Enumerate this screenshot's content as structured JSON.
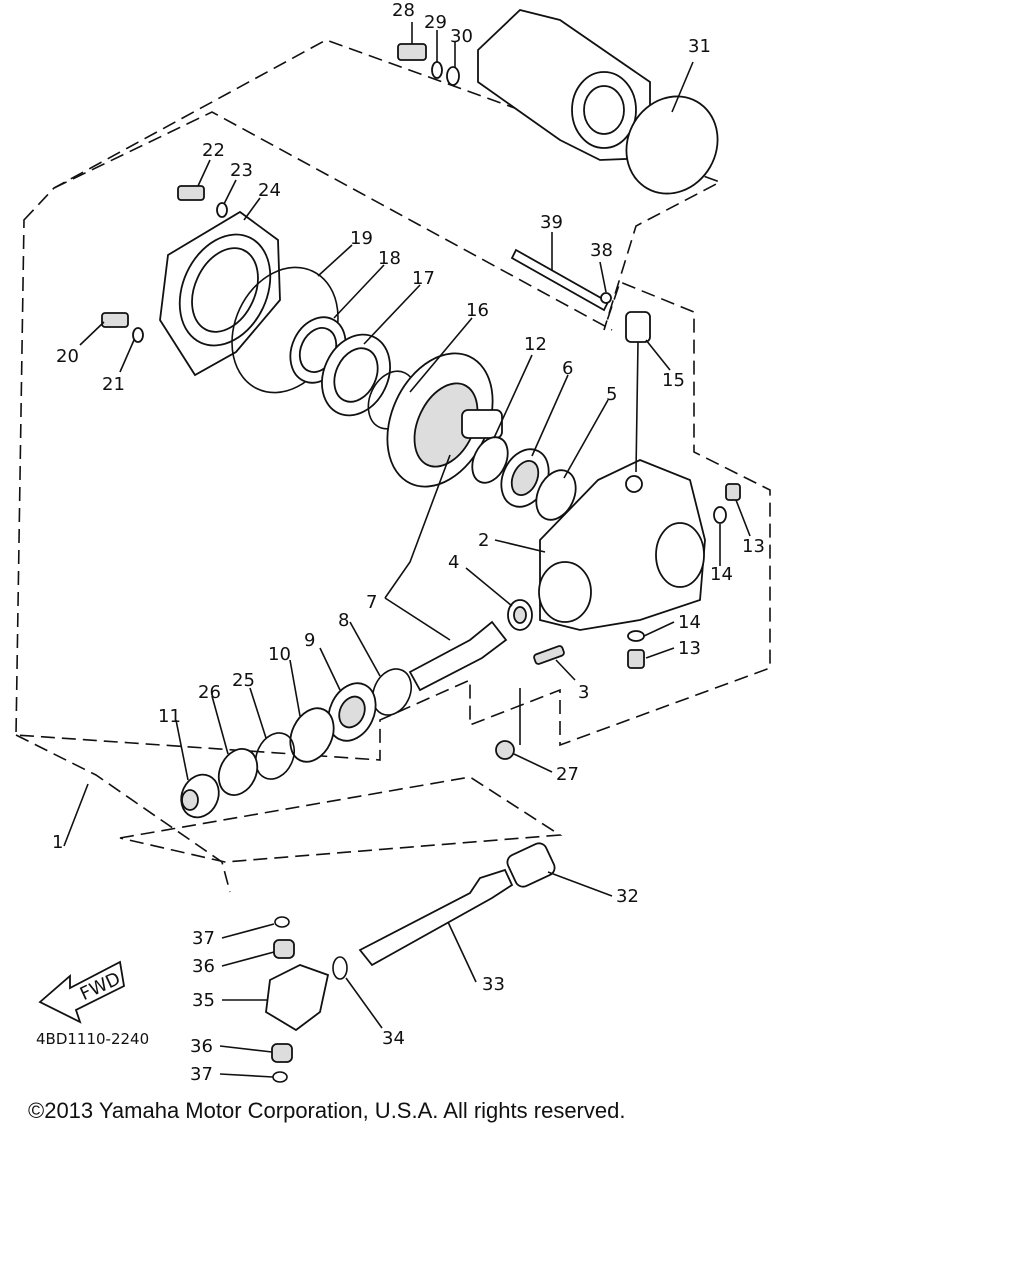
{
  "diagram": {
    "callouts": {
      "p1": "1",
      "p2": "2",
      "p3": "3",
      "p4": "4",
      "p5": "5",
      "p6": "6",
      "p7": "7",
      "p8": "8",
      "p9": "9",
      "p10": "10",
      "p11": "11",
      "p12": "12",
      "p13a": "13",
      "p13b": "13",
      "p14a": "14",
      "p14b": "14",
      "p15": "15",
      "p16": "16",
      "p17": "17",
      "p18": "18",
      "p19": "19",
      "p20": "20",
      "p21": "21",
      "p22": "22",
      "p23": "23",
      "p24": "24",
      "p25": "25",
      "p26": "26",
      "p27": "27",
      "p28": "28",
      "p29": "29",
      "p30": "30",
      "p31": "31",
      "p32": "32",
      "p33": "33",
      "p34": "34",
      "p35": "35",
      "p36a": "36",
      "p36b": "36",
      "p37a": "37",
      "p37b": "37",
      "p38": "38",
      "p39": "39"
    },
    "fwd_label": "FWD",
    "drawing_code": "4BD1110-2240"
  },
  "footer": {
    "copyright": "©2013 Yamaha Motor Corporation, U.S.A. All rights reserved."
  }
}
